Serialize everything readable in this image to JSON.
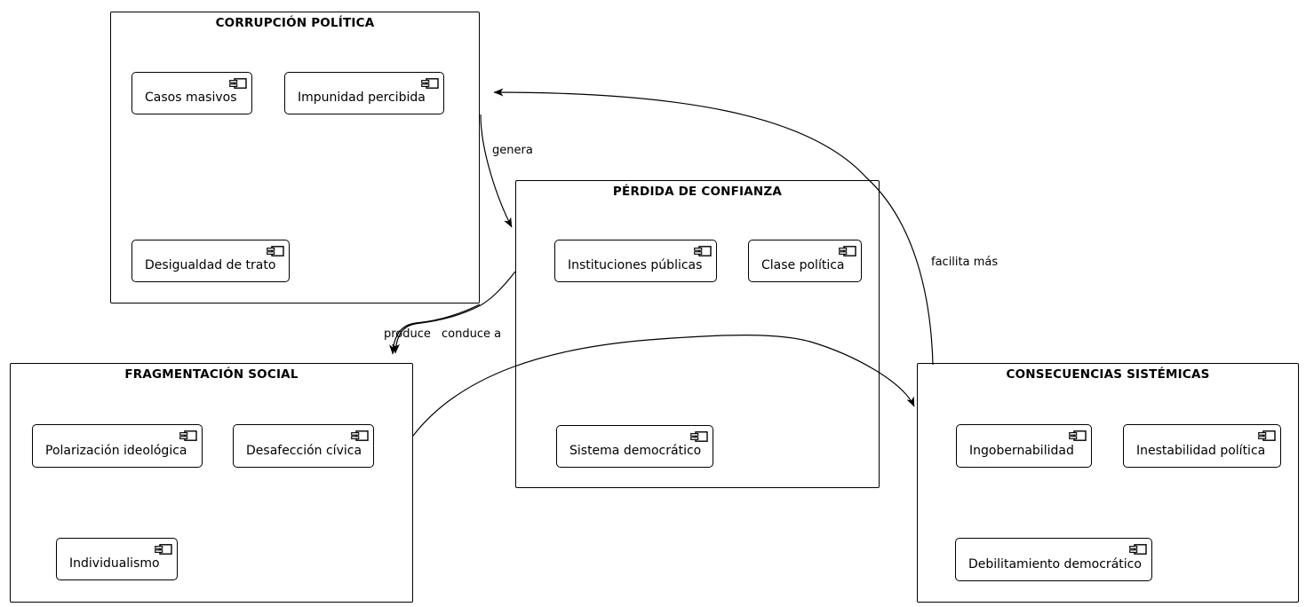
{
  "packages": {
    "corrupcion": {
      "title": "CORRUPCIÓN POLÍTICA",
      "components": [
        "Casos masivos",
        "Impunidad percibida",
        "Desigualdad de trato"
      ]
    },
    "perdida": {
      "title": "PÉRDIDA DE CONFIANZA",
      "components": [
        "Instituciones públicas",
        "Clase política",
        "Sistema democrático"
      ]
    },
    "fragmentacion": {
      "title": "FRAGMENTACIÓN SOCIAL",
      "components": [
        "Polarización ideológica",
        "Desafección cívica",
        "Individualismo"
      ]
    },
    "consecuencias": {
      "title": "CONSECUENCIAS SISTÉMICAS",
      "components": [
        "Ingobernabilidad",
        "Inestabilidad política",
        "Debilitamiento democrático"
      ]
    }
  },
  "edges": [
    {
      "label": "genera",
      "from": "CORRUPCIÓN POLÍTICA",
      "to": "PÉRDIDA DE CONFIANZA"
    },
    {
      "label": "produce",
      "from": "CORRUPCIÓN POLÍTICA",
      "to": "FRAGMENTACIÓN SOCIAL"
    },
    {
      "label": "conduce a",
      "from": "PÉRDIDA DE CONFIANZA",
      "to": "FRAGMENTACIÓN SOCIAL"
    },
    {
      "label": "",
      "from": "FRAGMENTACIÓN SOCIAL",
      "to": "CONSECUENCIAS SISTÉMICAS"
    },
    {
      "label": "facilita más",
      "from": "CONSECUENCIAS SISTÉMICAS",
      "to": "CORRUPCIÓN POLÍTICA"
    }
  ],
  "colors": {
    "stroke": "#000000",
    "background": "#ffffff",
    "text": "#000000"
  }
}
